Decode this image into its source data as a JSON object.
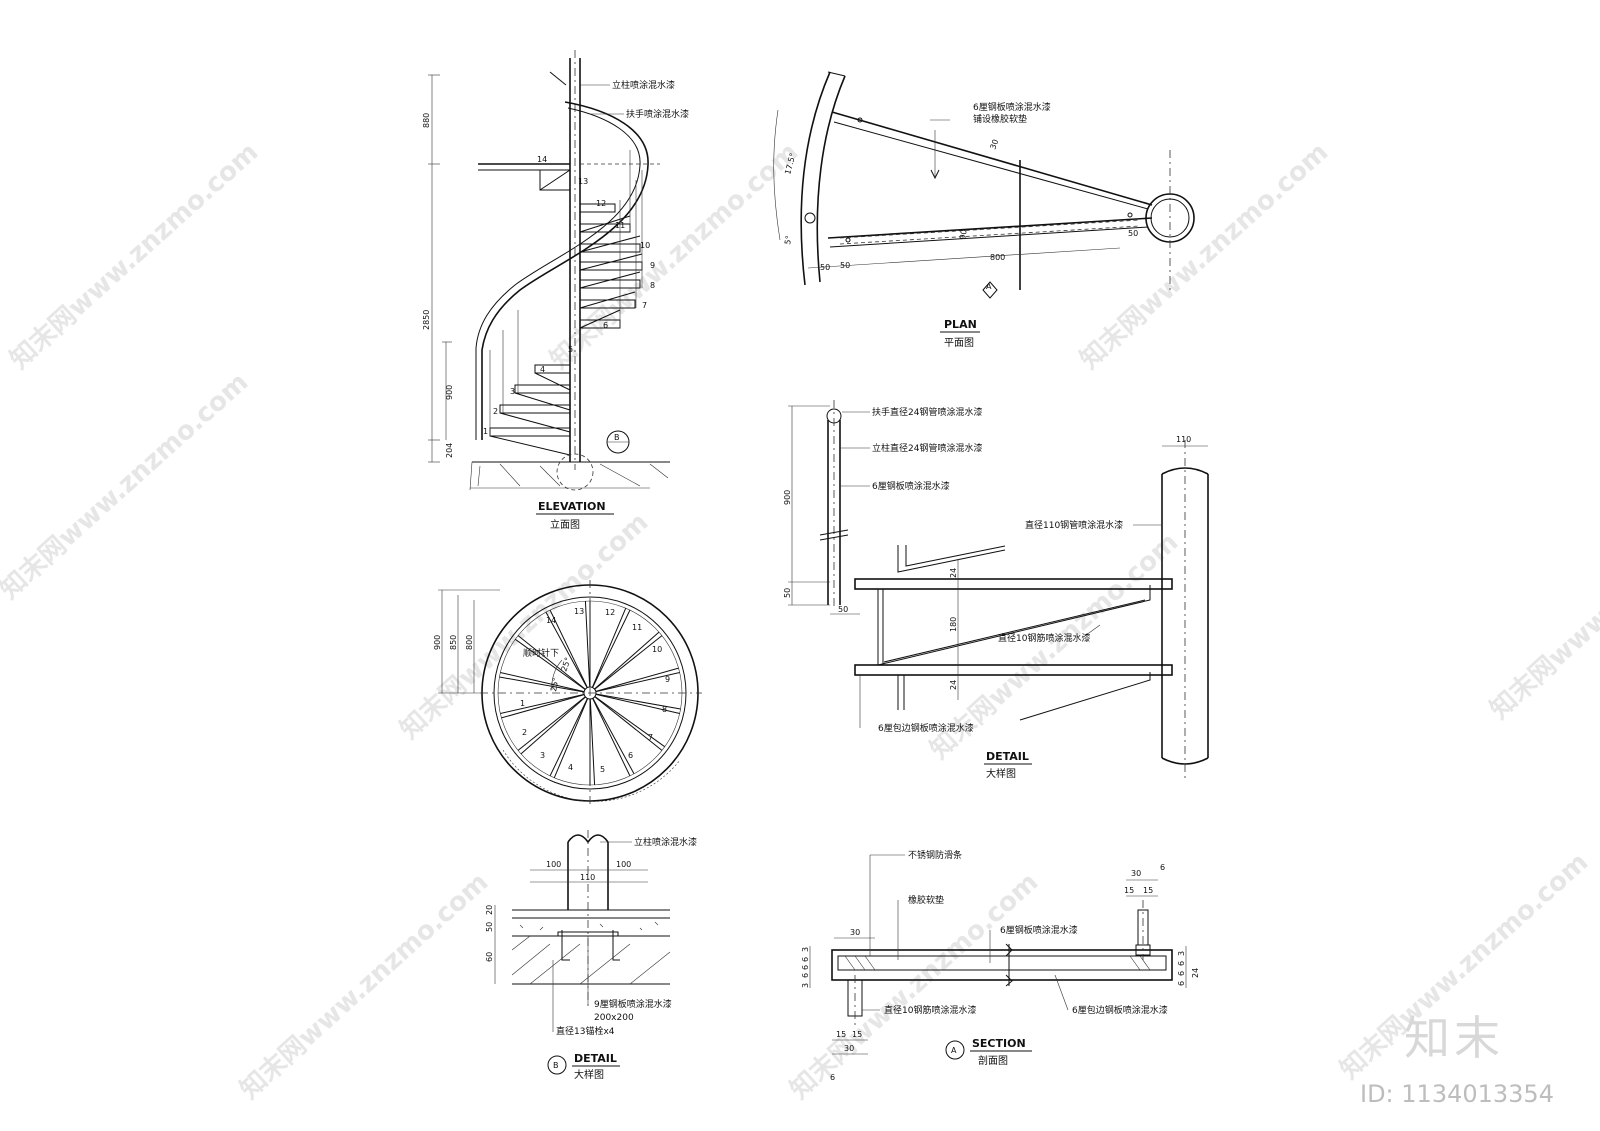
{
  "watermark": {
    "text": "知末网www.znzmo.com",
    "logo": "知末",
    "id_label": "ID: 1134013354"
  },
  "elevation": {
    "title": "ELEVATION",
    "subtitle": "立面图",
    "note_post": "立柱喷涂混水漆",
    "note_handrail": "扶手喷涂混水漆",
    "dims": [
      "880",
      "2850",
      "900",
      "204"
    ],
    "steps": [
      "1",
      "2",
      "3",
      "4",
      "5",
      "6",
      "7",
      "8",
      "9",
      "10",
      "11",
      "12",
      "13",
      "14"
    ],
    "marker": "B"
  },
  "plan_circle": {
    "label": "顺时针下",
    "dims": [
      "900",
      "850",
      "800"
    ],
    "angles": [
      "25°",
      "25°"
    ],
    "steps": [
      "1",
      "2",
      "3",
      "4",
      "5",
      "6",
      "7",
      "8",
      "9",
      "10",
      "11",
      "12",
      "13",
      "14"
    ]
  },
  "detail_b": {
    "title": "DETAIL",
    "subtitle": "大样图",
    "marker": "B",
    "note_post": "立柱喷涂混水漆",
    "note_plate": "9厘钢板喷涂混水漆",
    "note_plate_size": "200x200",
    "note_bolt": "直径13锚栓x4",
    "dims_top": [
      "100",
      "110",
      "100"
    ],
    "dims_side": [
      "20",
      "50",
      "60"
    ]
  },
  "plan": {
    "title": "PLAN",
    "subtitle": "平面图",
    "note_1": "6厘钢板喷涂混水漆",
    "note_2": "铺设橡胶软垫",
    "dims": [
      "30",
      "90",
      "800",
      "50",
      "50",
      "50",
      "17.5°",
      "5°"
    ],
    "marker": "A"
  },
  "detail_right": {
    "title": "DETAIL",
    "subtitle": "大样图",
    "note_handrail": "扶手直径24钢管喷涂混水漆",
    "note_post": "立柱直径24钢管喷涂混水漆",
    "note_plate": "6厘钢板喷涂混水漆",
    "note_pipe": "直径110钢管喷涂混水漆",
    "note_rebar": "直径10钢筋喷涂混水漆",
    "note_edge": "6厘包边钢板喷涂混水漆",
    "dims": [
      "900",
      "50",
      "50",
      "24",
      "180",
      "24",
      "110"
    ]
  },
  "section": {
    "title": "SECTION",
    "subtitle": "剖面图",
    "marker": "A",
    "note_strip": "不锈钢防滑条",
    "note_pad": "橡胶软垫",
    "note_plate": "6厘钢板喷涂混水漆",
    "note_rebar": "直径10钢筋喷涂混水漆",
    "note_edge": "6厘包边钢板喷涂混水漆",
    "dims_left": [
      "3",
      "6",
      "6",
      "6",
      "3"
    ],
    "dims_right_top": [
      "30",
      "6",
      "15",
      "15"
    ],
    "dims_right_side": [
      "6",
      "6",
      "6",
      "3",
      "24"
    ],
    "dims_bottom": [
      "15",
      "15",
      "30",
      "6"
    ],
    "dim_top_left": "30"
  }
}
